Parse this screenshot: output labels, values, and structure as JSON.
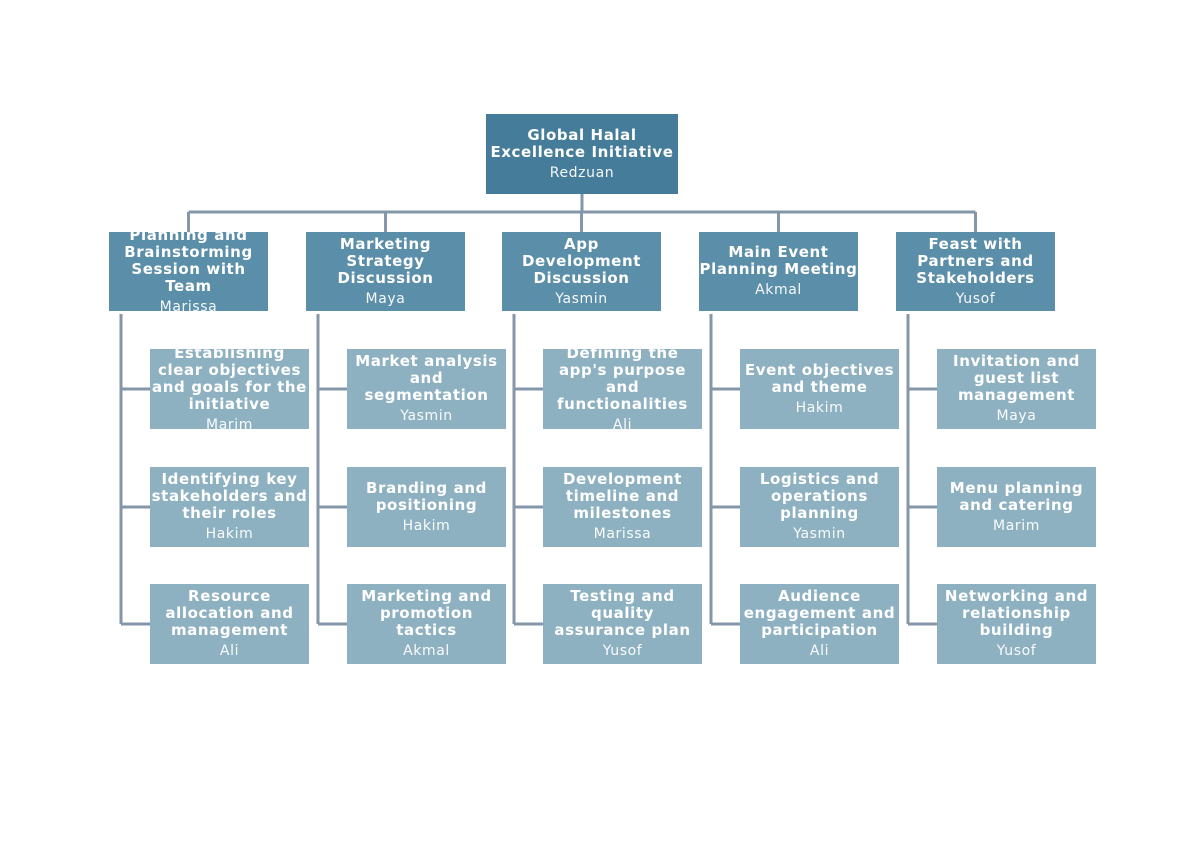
{
  "colors": {
    "root_fill": "#457c99",
    "level1_fill": "#5b8ea8",
    "level2_fill": "#8eb1c2",
    "connector": "#8497a8"
  },
  "root": {
    "title": "Global Halal Excellence Initiative",
    "owner": "Redzuan"
  },
  "branches": [
    {
      "title": "Planning and Brainstorming Session with Team",
      "owner": "Marissa",
      "tasks": [
        {
          "title": "Establishing clear objectives and goals for the initiative",
          "owner": "Marim"
        },
        {
          "title": "Identifying key stakeholders and their roles",
          "owner": "Hakim"
        },
        {
          "title": "Resource allocation and management",
          "owner": "Ali"
        }
      ]
    },
    {
      "title": "Marketing Strategy Discussion",
      "owner": "Maya",
      "tasks": [
        {
          "title": "Market analysis and segmentation",
          "owner": "Yasmin"
        },
        {
          "title": "Branding and positioning",
          "owner": "Hakim"
        },
        {
          "title": "Marketing and promotion tactics",
          "owner": "Akmal"
        }
      ]
    },
    {
      "title": "App Development Discussion",
      "owner": "Yasmin",
      "tasks": [
        {
          "title": "Defining the app's purpose and functionalities",
          "owner": "Ali"
        },
        {
          "title": "Development timeline and milestones",
          "owner": "Marissa"
        },
        {
          "title": "Testing and quality assurance plan",
          "owner": "Yusof"
        }
      ]
    },
    {
      "title": "Main Event Planning Meeting",
      "owner": "Akmal",
      "tasks": [
        {
          "title": "Event objectives and theme",
          "owner": "Hakim"
        },
        {
          "title": "Logistics and operations planning",
          "owner": "Yasmin"
        },
        {
          "title": "Audience engagement and participation",
          "owner": "Ali"
        }
      ]
    },
    {
      "title": "Feast with Partners and Stakeholders",
      "owner": "Yusof",
      "tasks": [
        {
          "title": "Invitation and guest list management",
          "owner": "Maya"
        },
        {
          "title": "Menu planning and catering",
          "owner": "Marim"
        },
        {
          "title": "Networking and relationship building",
          "owner": "Yusof"
        }
      ]
    }
  ]
}
